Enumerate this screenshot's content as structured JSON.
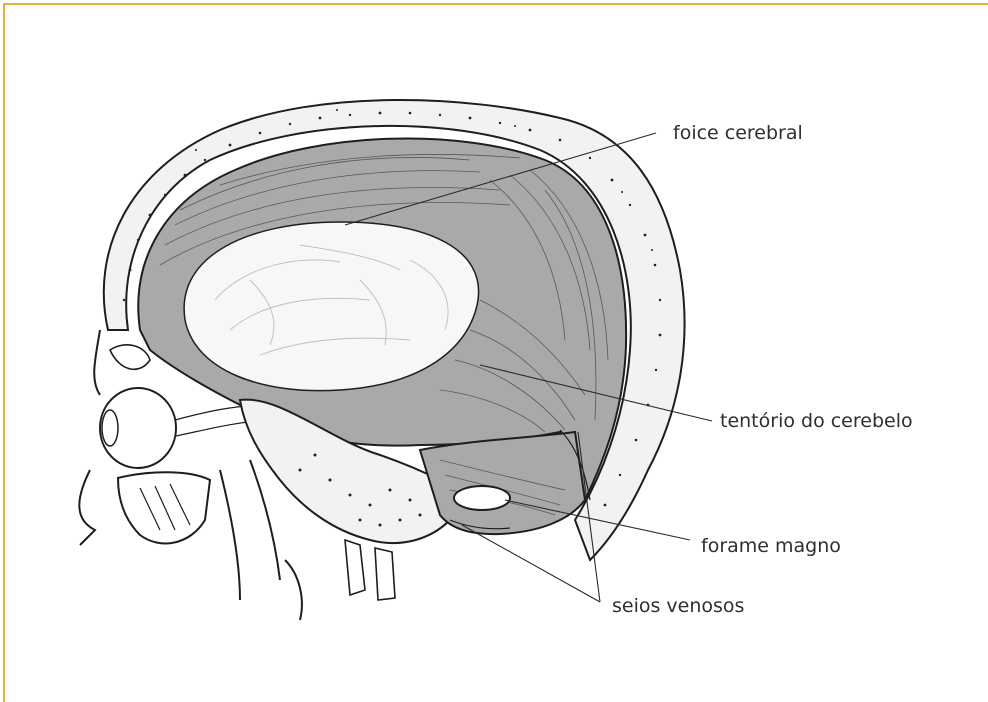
{
  "labels": {
    "falx": "foice cerebral",
    "tentorium": "tentório do cerebelo",
    "foramen": "forame magno",
    "sinuses": "seios venosos"
  },
  "colors": {
    "frame": "#e2b23c",
    "dura_fill": "#a9a9a9",
    "brain_fill": "#f7f7f7",
    "ink": "#1e1e1e"
  }
}
